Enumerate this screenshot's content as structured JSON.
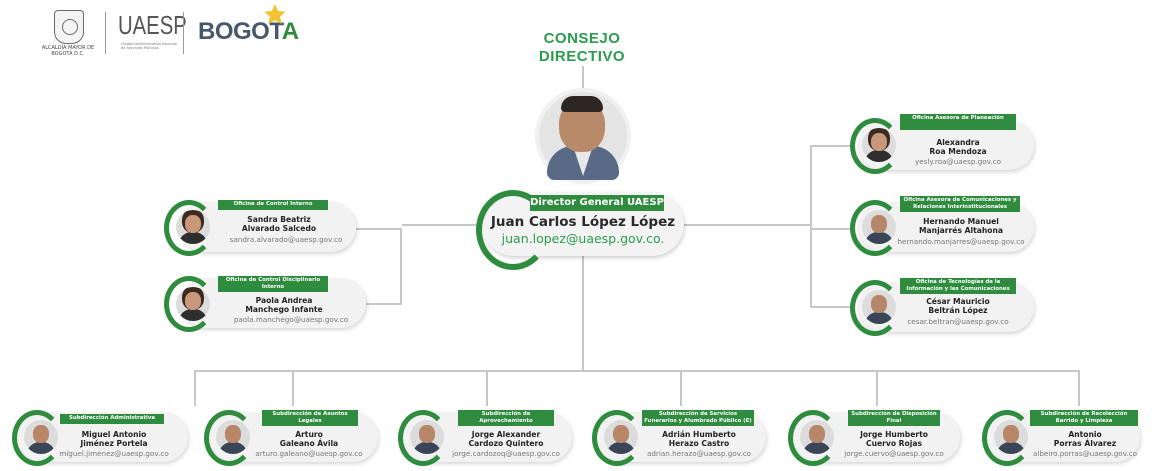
{
  "header": {
    "alcaldia": "ALCALDÍA MAYOR DE BOGOTÁ D.C.",
    "uaesp": "UAESP",
    "uaesp_sub": "Unidad Administrativa Especial de Servicios Públicos",
    "bogota": "BOGOT",
    "bogota_last": "A"
  },
  "consejo": {
    "line1": "CONSEJO",
    "line2": "DIRECTIVO"
  },
  "director": {
    "role": "Director General UAESP",
    "name": "Juan Carlos López López",
    "email": "juan.lopez@uaesp.gov.co."
  },
  "left": [
    {
      "role": "Oficina de Control Interno",
      "name1": "Sandra Beatriz",
      "name2": "Alvarado Salcedo",
      "email": "sandra.alvarado@uaesp.gov.co"
    },
    {
      "role": "Oficina de Control Disciplinario Interno",
      "name1": "Paola Andrea",
      "name2": "Manchego Infante",
      "email": "paola.manchego@uaesp.gov.co"
    }
  ],
  "right": [
    {
      "role": "Oficina Asesora de Planeación",
      "name1": "Alexandra",
      "name2": "Roa Mendoza",
      "email": "yesly.roa@uaesp.gov.co"
    },
    {
      "role": "Oficina Asesora de Comunicaciones y Relaciones Interinstitucionales",
      "name1": "Hernando Manuel",
      "name2": "Manjarrés Altahona",
      "email": "hernando.manjarres@uaesp.gov.co"
    },
    {
      "role": "Oficina de Tecnologías de la Información y las Comunicaciones",
      "name1": "César Mauricio",
      "name2": "Beltrán López",
      "email": "cesar.beltran@uaesp.gov.co"
    }
  ],
  "bottom": [
    {
      "role": "Subdirección Administrativa",
      "name1": "Miguel Antonio",
      "name2": "Jiménez Portela",
      "email": "miguel.jimenez@uaesp.gov.co"
    },
    {
      "role": "Subdirección de Asuntos Legales",
      "name1": "Arturo",
      "name2": "Galeano Ávila",
      "email": "arturo.galeano@uaesp.gov.co"
    },
    {
      "role": "Subdirección de Aprovechamiento",
      "name1": "Jorge Alexander",
      "name2": "Cardozo Quintero",
      "email": "jorge.cardozoq@uaesp.gov.co"
    },
    {
      "role": "Subdirección de Servicios Funerarios y Alumbrado Público (E)",
      "name1": "Adrián Humberto",
      "name2": "Herazo Castro",
      "email": "adrian.herazo@uaesp.gov.co"
    },
    {
      "role": "Subdirección de Disposición Final",
      "name1": "Jorge Humberto",
      "name2": "Cuervo Rojas",
      "email": "jorge.cuervo@uaesp.gov.co"
    },
    {
      "role": "Subdirección de Recolección Barrido y Limpieza",
      "name1": "Antonio",
      "name2": "Porras Álvarez",
      "email": "albeiro.porras@uaesp.gov.co"
    }
  ],
  "colors": {
    "green": "#2f8c3f",
    "title_green": "#2c9b4d",
    "card_bg": "#f2f2f2",
    "line": "#c7c7c7"
  }
}
